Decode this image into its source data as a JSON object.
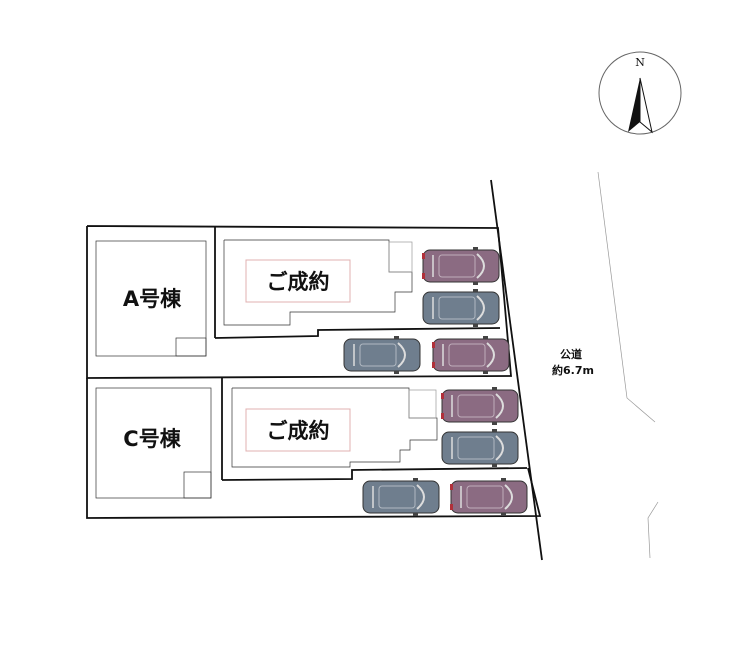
{
  "compass": {
    "label": "N"
  },
  "lots": [
    {
      "id": "A",
      "label": "A号棟"
    },
    {
      "id": "C",
      "label": "C号棟"
    }
  ],
  "sold_lots": [
    {
      "label": "ご成約"
    },
    {
      "label": "ご成約"
    }
  ],
  "road": {
    "name": "公道",
    "width": "約6.7m"
  },
  "colors": {
    "car_purple": "#8b6b82",
    "car_blue": "#6f7e8e",
    "car_taillight": "#b0303a",
    "sold_box_border": "#e0b0b0",
    "boundary": "#111111"
  }
}
